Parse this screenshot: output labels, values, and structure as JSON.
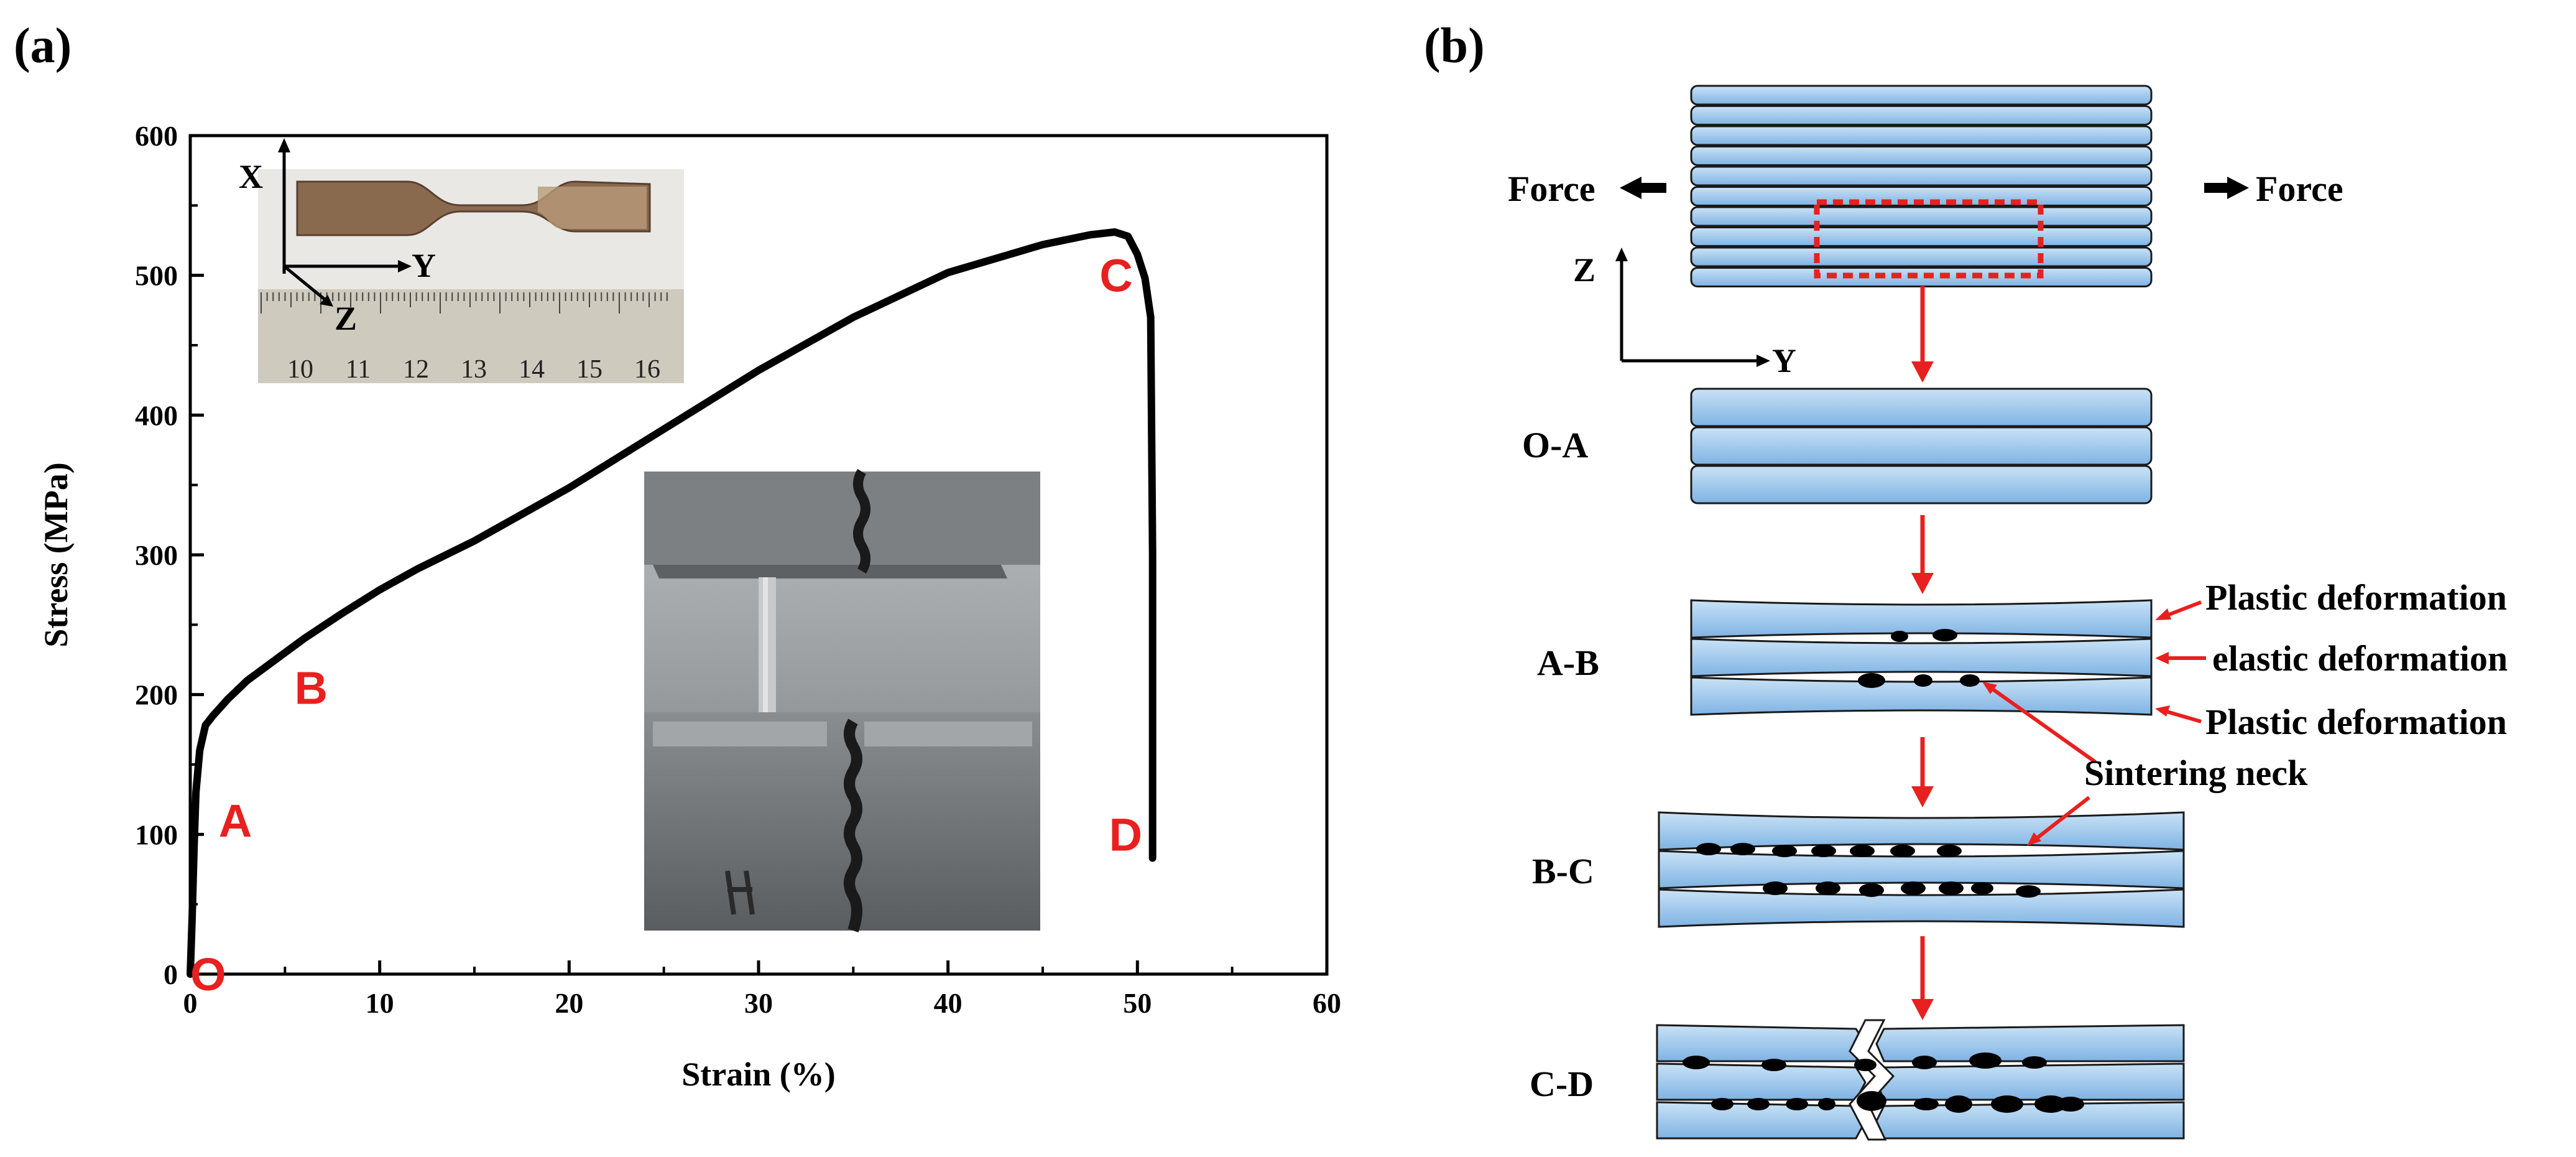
{
  "panel_a_label": "(a)",
  "panel_b_label": "(b)",
  "chart_data": {
    "type": "line",
    "xlabel": "Strain (%)",
    "ylabel": "Stress (MPa)",
    "xlim": [
      0,
      60
    ],
    "ylim": [
      0,
      600
    ],
    "xticks": [
      0,
      10,
      20,
      30,
      40,
      50,
      60
    ],
    "yticks": [
      0,
      100,
      200,
      300,
      400,
      500,
      600
    ],
    "series": [
      {
        "color": "#000000",
        "x": [
          0,
          0.1,
          0.2,
          0.3,
          0.5,
          0.8,
          1.2,
          2,
          3,
          4.5,
          6,
          8,
          10,
          12,
          15,
          20,
          25,
          30,
          35,
          40,
          45,
          47.5,
          48.8,
          49.5,
          50.0,
          50.4,
          50.7,
          50.8,
          50.8,
          50.8
        ],
        "y": [
          0,
          40,
          90,
          130,
          160,
          178,
          185,
          197,
          210,
          225,
          240,
          258,
          275,
          290,
          310,
          348,
          390,
          432,
          470,
          502,
          522,
          529,
          531,
          528,
          515,
          498,
          470,
          300,
          150,
          83
        ]
      }
    ],
    "points": [
      {
        "label": "O",
        "x": 0,
        "y": 0
      },
      {
        "label": "A",
        "x": 1.5,
        "y": 110
      },
      {
        "label": "B",
        "x": 5.5,
        "y": 205
      },
      {
        "label": "C",
        "x": 48,
        "y": 500
      },
      {
        "label": "D",
        "x": 48.5,
        "y": 100
      }
    ],
    "point_color": "#e8201f"
  },
  "inset_top": {
    "axis_x": "X",
    "axis_y": "Y",
    "axis_z": "Z",
    "ruler_numbers": [
      "10",
      "11",
      "12",
      "13",
      "14",
      "15",
      "16"
    ]
  },
  "diagram": {
    "force_left": "Force",
    "force_right": "Force",
    "axis_z": "Z",
    "axis_y": "Y",
    "stages": [
      "O-A",
      "A-B",
      "B-C",
      "C-D"
    ],
    "annotations": {
      "plastic_top": "Plastic deformation",
      "elastic": "elastic deformation",
      "plastic_bottom": "Plastic deformation",
      "sintering_neck": "Sintering neck"
    },
    "plate_fill_top": "#c9e2f6",
    "plate_fill_bottom": "#7fb3e3",
    "arrow_color": "#e8201f",
    "box_color": "#e8201f"
  }
}
